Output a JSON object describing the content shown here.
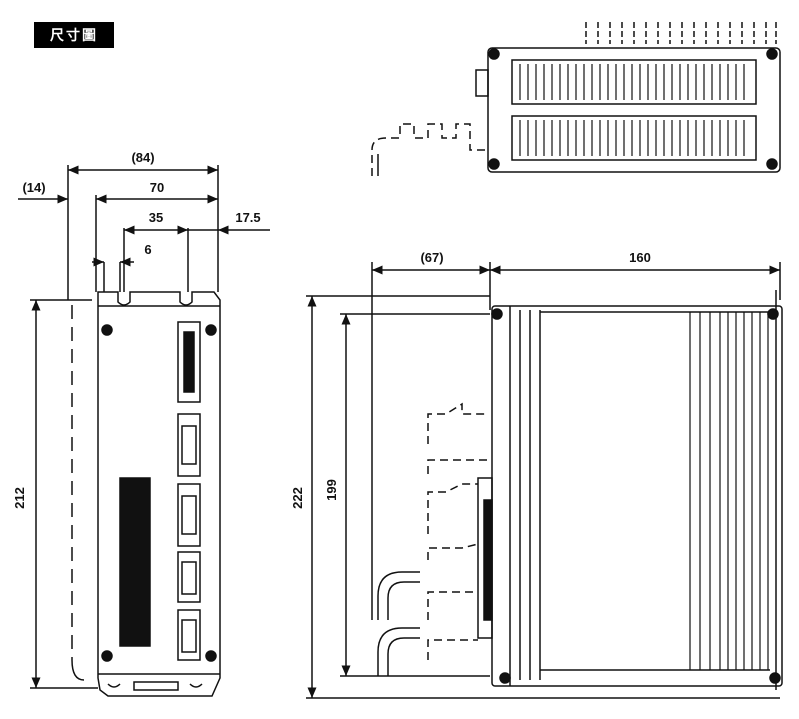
{
  "title": "尺寸圖",
  "front_view": {
    "dim_overall_width": "(84)",
    "dim_body_width": "70",
    "dim_left_offset": "(14)",
    "dim_hole_spacing": "35",
    "dim_right_margin": "17.5",
    "dim_slot_width": "6",
    "dim_height": "212"
  },
  "side_view": {
    "dim_connector_depth": "(67)",
    "dim_body_depth": "160",
    "dim_overall_height": "222",
    "dim_inner_height": "199"
  },
  "colors": {
    "line": "#111111",
    "background": "#ffffff",
    "badge": "#000000"
  }
}
